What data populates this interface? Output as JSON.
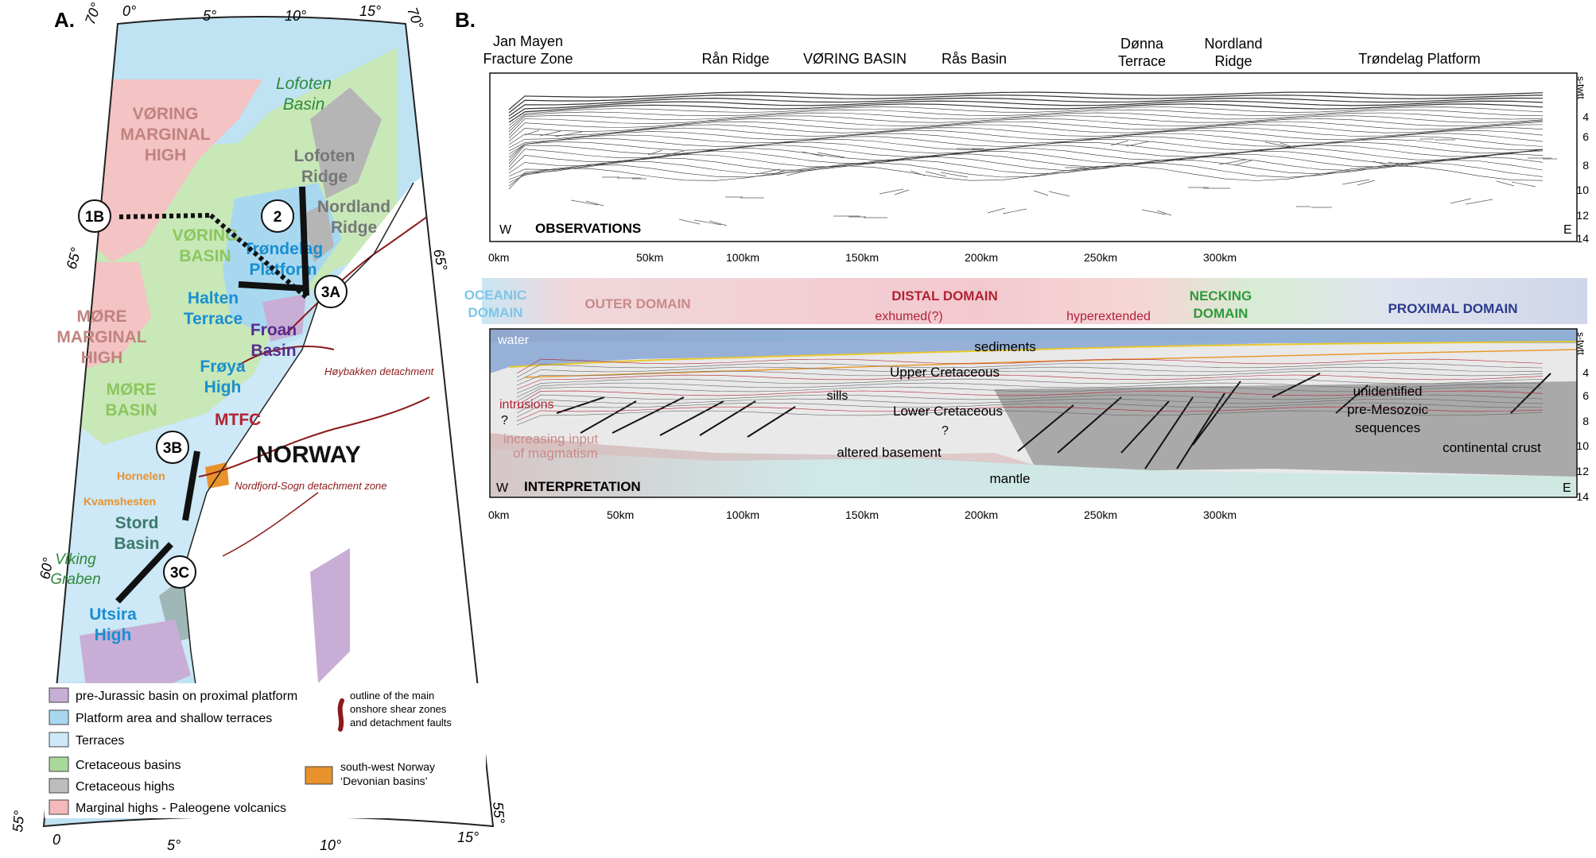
{
  "panel_a": {
    "label": "A.",
    "graticule": {
      "top_lat": "70°",
      "top_lat_right": "70°",
      "bottom_lat": "55°",
      "bottom_lat_right": "55°",
      "left_lat_65": "65°",
      "right_lat_65": "65°",
      "left_lat_60": "60°",
      "top_lon": [
        "0°",
        "5°",
        "10°",
        "15°"
      ],
      "bottom_lon": [
        "0",
        "5°",
        "10°",
        "15°"
      ]
    },
    "regions": {
      "voring_marginal_high": [
        "VØRING",
        "MARGINAL",
        "HIGH"
      ],
      "more_marginal_high": [
        "MØRE",
        "MARGINAL",
        "HIGH"
      ],
      "more_basin": [
        "MØRE",
        "BASIN"
      ],
      "voring_basin": [
        "VØRING",
        "BASIN"
      ],
      "lofoten_basin": [
        "Lofoten",
        "Basin"
      ],
      "lofoten_ridge": [
        "Lofoten",
        "Ridge"
      ],
      "nordland_ridge": [
        "Nordland",
        "Ridge"
      ],
      "trondelag_platform": [
        "Trøndelag",
        "Platform"
      ],
      "halten_terrace": [
        "Halten",
        "Terrace"
      ],
      "froan_basin": [
        "Froan",
        "Basin"
      ],
      "froya_high": [
        "Frøya",
        "High"
      ],
      "mtfc": "MTFC",
      "norway": "NORWAY",
      "hoybakken": "Høybakken detachment",
      "nordfjord": "Nordfjord-Sogn detachment zone",
      "hornelen": "Hornelen",
      "kvamshesten": "Kvamshesten",
      "stord_basin": [
        "Stord",
        "Basin"
      ],
      "viking_graben": [
        "Viking",
        "Graben"
      ],
      "utsira_high": [
        "Utsira",
        "High"
      ]
    },
    "profiles": [
      "1B",
      "2",
      "3A",
      "3B",
      "3C"
    ],
    "legend": [
      {
        "label": "pre-Jurassic basin on proximal platform",
        "color": "#c8aed6"
      },
      {
        "label": "Platform area and shallow terraces",
        "color": "#a8d8f0"
      },
      {
        "label": "Terraces",
        "color": "#cde8f6"
      },
      {
        "label": "Cretaceous basins",
        "color": "#a9d99a"
      },
      {
        "label": "Cretaceous highs",
        "color": "#bdbdbd"
      },
      {
        "label": "Marginal highs - Paleogene volcanics",
        "color": "#f4b9b9"
      }
    ],
    "legend_right": [
      {
        "label": [
          "outline of the main",
          "onshore shear zones",
          "and detachment faults"
        ],
        "color": "#8b1a1a"
      },
      {
        "label": [
          "south-west  Norway",
          "‘Devonian basins’"
        ],
        "color": "#e8922c"
      }
    ]
  },
  "panel_b": {
    "label": "B.",
    "top_labels": [
      {
        "text": [
          "Jan Mayen",
          "Fracture Zone"
        ]
      },
      {
        "text": [
          "Rån Ridge"
        ]
      },
      {
        "text": [
          "VØRING BASIN"
        ]
      },
      {
        "text": [
          "Rås Basin"
        ]
      },
      {
        "text": [
          "Dønna",
          "Terrace"
        ]
      },
      {
        "text": [
          "Nordland",
          "Ridge"
        ]
      },
      {
        "text": [
          "Trøndelag Platform"
        ]
      }
    ],
    "observations": {
      "title": "OBSERVATIONS",
      "w": "W",
      "e": "E"
    },
    "interpretation": {
      "title": "INTERPRETATION",
      "w": "W",
      "e": "E"
    },
    "depth_unit": "s-twtt",
    "depth_ticks": [
      "4",
      "6",
      "8",
      "10",
      "12",
      "14"
    ],
    "distance_ticks": [
      "0km",
      "50km",
      "100km",
      "150km",
      "200km",
      "250km",
      "300km"
    ],
    "domains": {
      "oceanic": [
        "OCEANIC",
        "DOMAIN"
      ],
      "outer": "OUTER DOMAIN",
      "distal": "DISTAL DOMAIN",
      "exhumed": "exhumed(?)",
      "hyperextended": "hyperextended",
      "necking": [
        "NECKING",
        "DOMAIN"
      ],
      "proximal": "PROXIMAL DOMAIN"
    },
    "interp_labels": {
      "water": "water",
      "sediments": "sediments",
      "upper_cretaceous": "Upper Cretaceous",
      "sills": "sills",
      "lower_cretaceous": "Lower Cretaceous",
      "intrusions": "intrusions",
      "q1": "?",
      "q2": "?",
      "increasing": [
        "increasing input",
        "of magmatism"
      ],
      "altered_basement": "altered basement",
      "mantle": "mantle",
      "unidentified": [
        "unidentified",
        "pre-Mesozoic",
        "sequences"
      ],
      "continental_crust": "continental crust"
    },
    "colors": {
      "distal": "#b22234",
      "necking": "#2e9a3a",
      "proximal": "#2b3a8c",
      "oceanic": "#7ec6e6",
      "outer": "#c98a8a"
    }
  }
}
